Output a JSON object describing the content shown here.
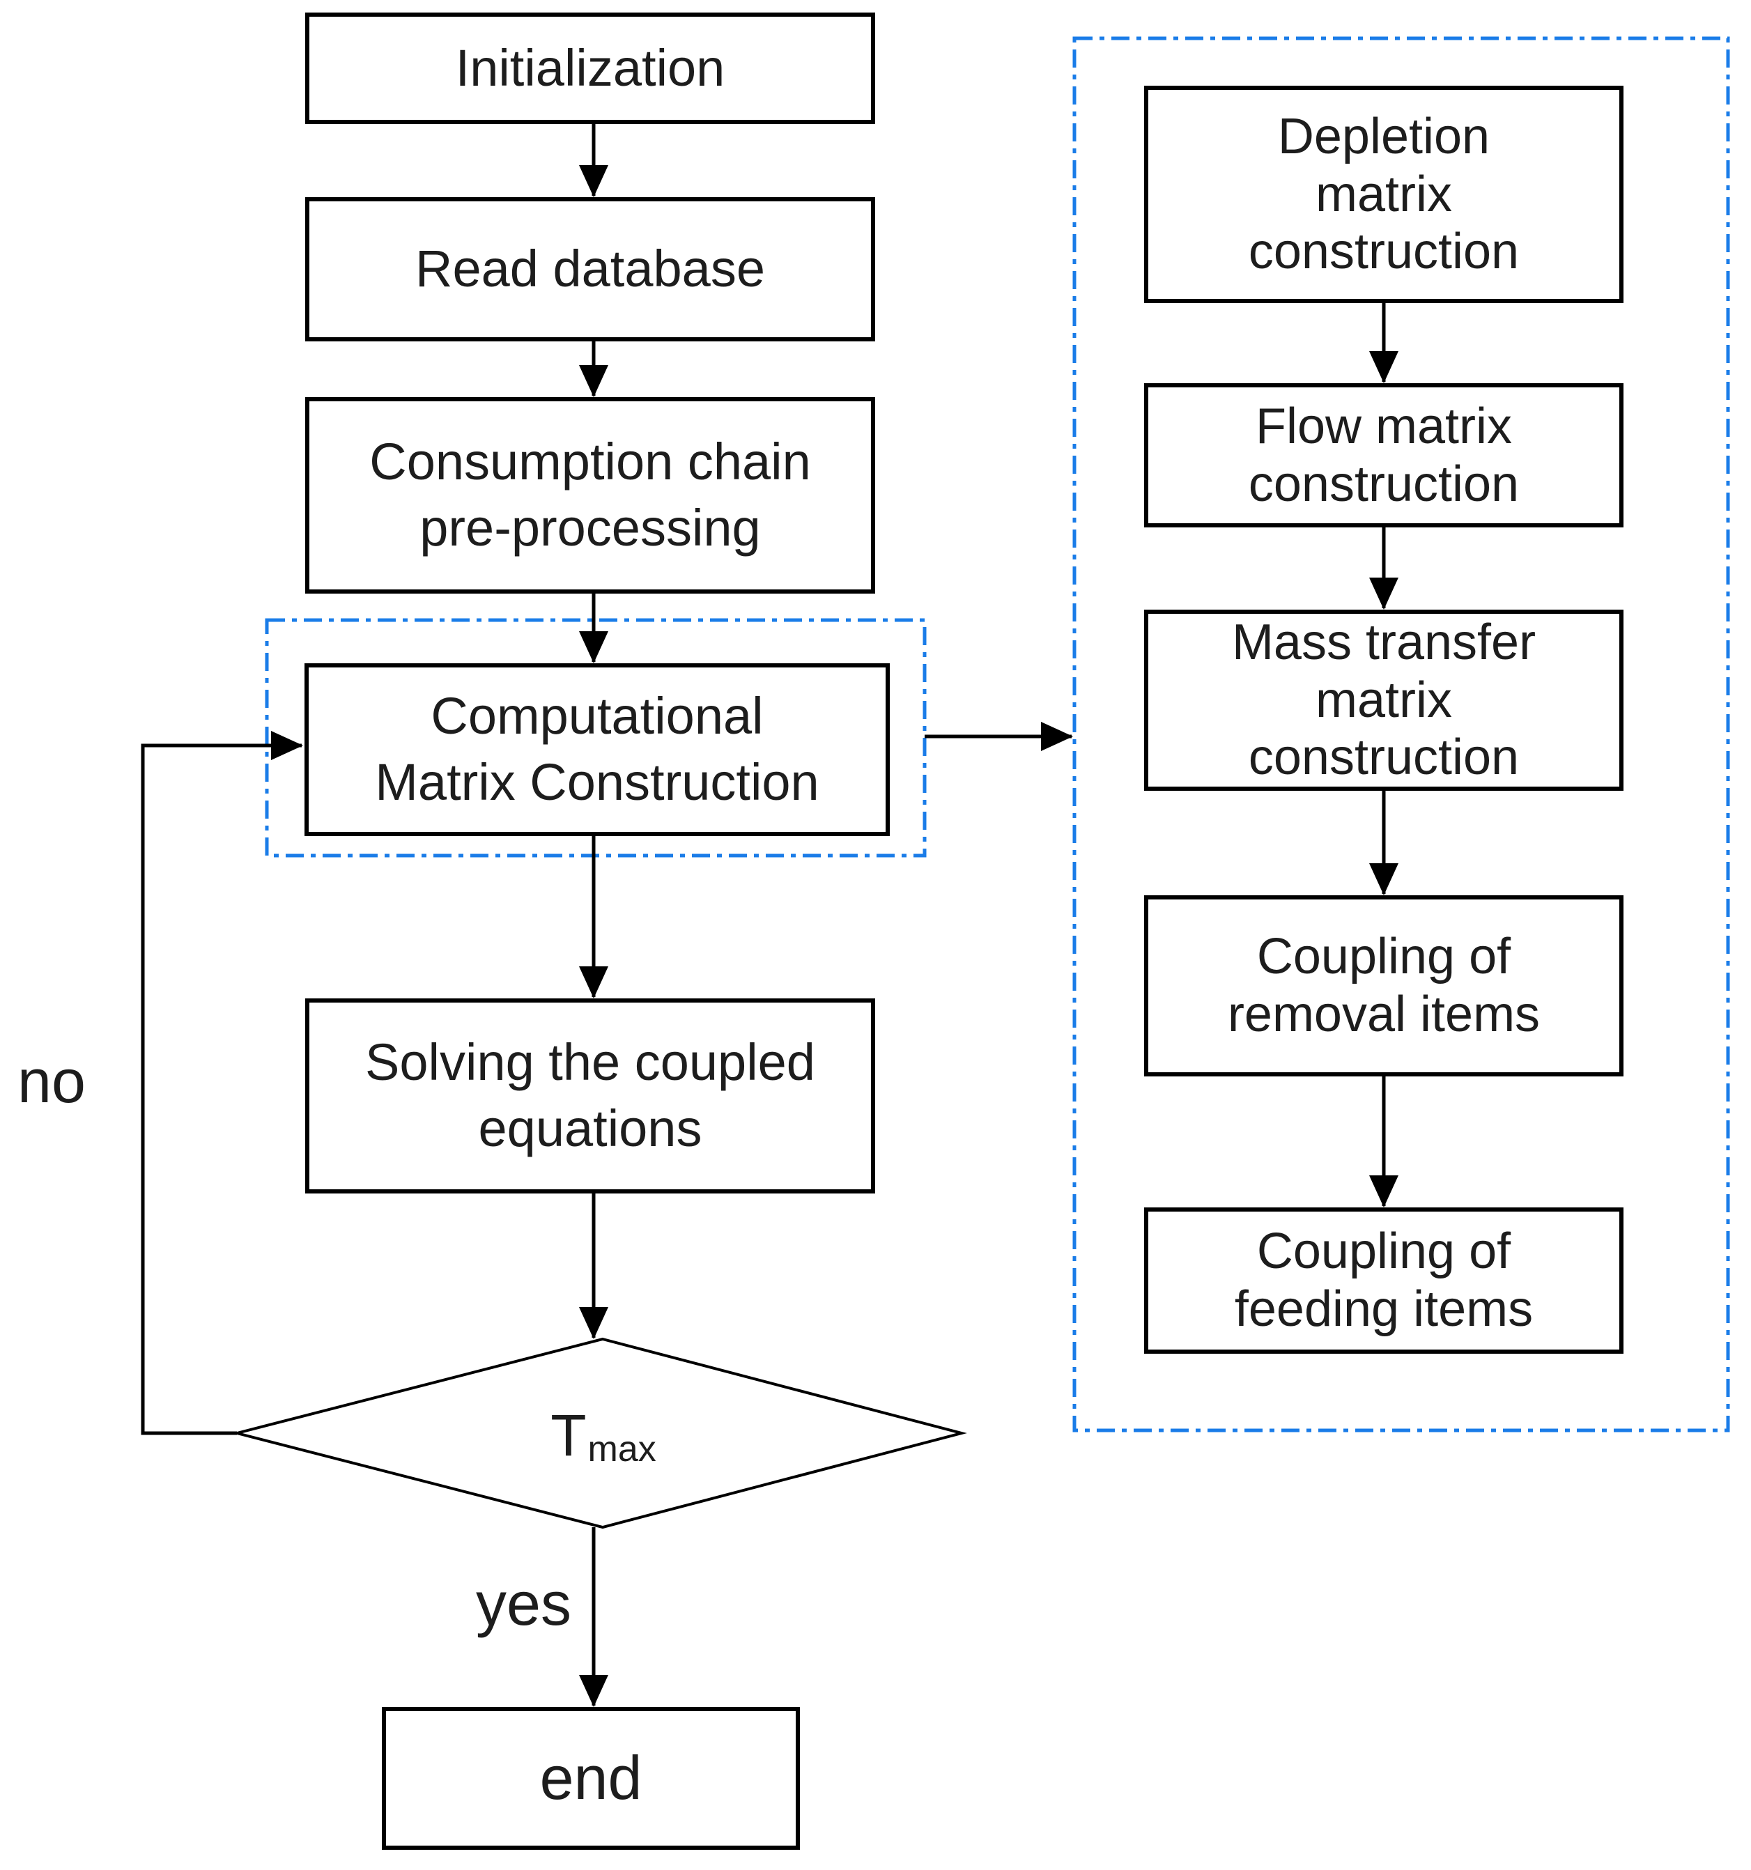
{
  "flowchart": {
    "colors": {
      "dashed_container_border": "#1a7ce8",
      "connector_line": "#000000",
      "node_border": "#000000",
      "background": "#ffffff",
      "text": "#1d1d1d"
    },
    "nodes": {
      "initialization": {
        "label": "Initialization"
      },
      "read_database": {
        "label": "Read database"
      },
      "consumption_chain": {
        "label": "Consumption chain\npre-processing"
      },
      "computational_matrix": {
        "label": "Computational\nMatrix Construction"
      },
      "solving_equations": {
        "label": "Solving the coupled\nequations"
      },
      "decision_tmax": {
        "symbol": "T",
        "subscript": "max"
      },
      "end": {
        "label": "end"
      },
      "depletion_matrix": {
        "label": "Depletion\nmatrix\nconstruction"
      },
      "flow_matrix": {
        "label": "Flow matrix\nconstruction"
      },
      "mass_transfer_matrix": {
        "label": "Mass transfer\nmatrix\nconstruction"
      },
      "coupling_removal": {
        "label": "Coupling of\nremoval items"
      },
      "coupling_feeding": {
        "label": "Coupling of\nfeeding items"
      }
    },
    "edge_labels": {
      "no": "no",
      "yes": "yes"
    }
  }
}
